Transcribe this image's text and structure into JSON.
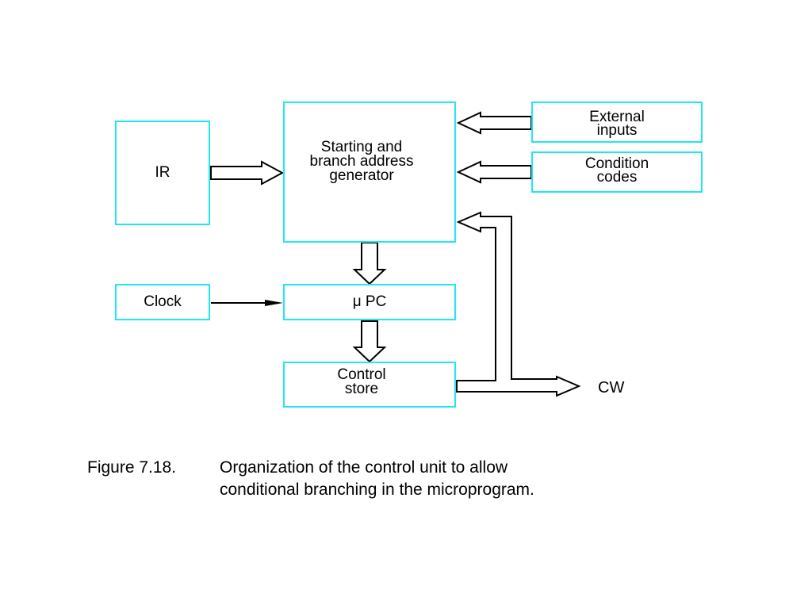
{
  "blocks": {
    "ir": "IR",
    "generator": "Starting and\nbranch address\ngenerator",
    "external": "External\ninputs",
    "condition": "Condition\ncodes",
    "clock": "Clock",
    "upc": "μ PC",
    "control_store": "Control\nstore"
  },
  "output_label": "CW",
  "caption": {
    "number": "Figure 7.18.",
    "line1": "Organization of the control unit to allow",
    "line2": "conditional branching in the microprogram."
  },
  "colors": {
    "box_border": "#22e6f0",
    "arrow": "#000000"
  }
}
